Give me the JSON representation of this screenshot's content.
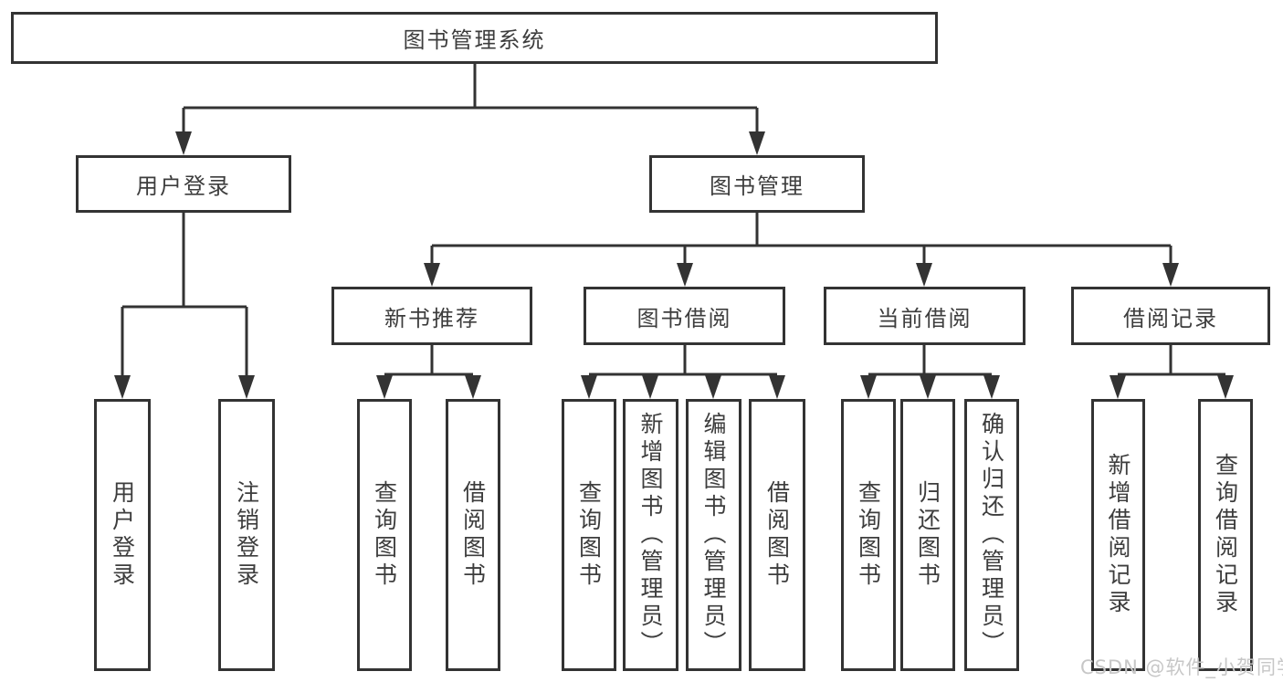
{
  "colors": {
    "line": "#333333",
    "text": "#3d3d3d",
    "background": "#ffffff",
    "watermark": "#c7c7c7"
  },
  "watermark": "CSDN @软件_小贺同学",
  "nodes": {
    "root": {
      "label": "图书管理系统"
    },
    "level2": [
      {
        "label": "用户登录"
      },
      {
        "label": "图书管理"
      }
    ],
    "level3": [
      {
        "label": "新书推荐",
        "parent": "图书管理"
      },
      {
        "label": "图书借阅",
        "parent": "图书管理"
      },
      {
        "label": "当前借阅",
        "parent": "图书管理"
      },
      {
        "label": "借阅记录",
        "parent": "图书管理"
      }
    ],
    "leaves": [
      {
        "label": "用户登录",
        "parent": "用户登录"
      },
      {
        "label": "注销登录",
        "parent": "用户登录"
      },
      {
        "label": "查询图书",
        "parent": "新书推荐"
      },
      {
        "label": "借阅图书",
        "parent": "新书推荐"
      },
      {
        "label": "查询图书",
        "parent": "图书借阅"
      },
      {
        "label": "新增图书（管理员）",
        "parent": "图书借阅"
      },
      {
        "label": "编辑图书（管理员）",
        "parent": "图书借阅"
      },
      {
        "label": "借阅图书",
        "parent": "图书借阅"
      },
      {
        "label": "查询图书",
        "parent": "当前借阅"
      },
      {
        "label": "归还图书",
        "parent": "当前借阅"
      },
      {
        "label": "确认归还（管理员）",
        "parent": "当前借阅"
      },
      {
        "label": "新增借阅记录",
        "parent": "借阅记录"
      },
      {
        "label": "查询借阅记录",
        "parent": "借阅记录"
      }
    ]
  },
  "hierarchy": {
    "图书管理系统": {
      "用户登录": [
        "用户登录",
        "注销登录"
      ],
      "图书管理": {
        "新书推荐": [
          "查询图书",
          "借阅图书"
        ],
        "图书借阅": [
          "查询图书",
          "新增图书（管理员）",
          "编辑图书（管理员）",
          "借阅图书"
        ],
        "当前借阅": [
          "查询图书",
          "归还图书",
          "确认归还（管理员）"
        ],
        "借阅记录": [
          "新增借阅记录",
          "查询借阅记录"
        ]
      }
    }
  }
}
